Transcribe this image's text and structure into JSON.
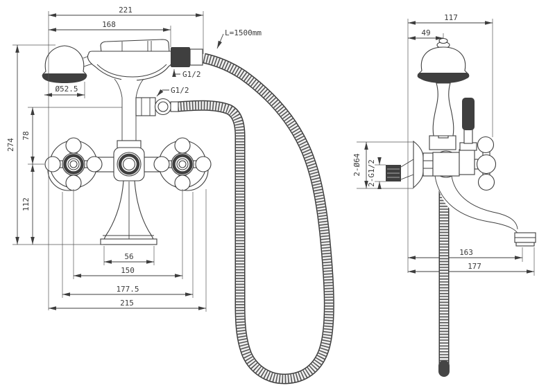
{
  "front_view": {
    "dimensions": {
      "overall_width_top": "221",
      "head_to_cradle_end": "168",
      "handshower_head_diameter": "Ø52.5",
      "hose_length": "L=1500mm",
      "hose_connector_thread": "G1/2",
      "shower_outlet_thread": "G1/2",
      "overall_height": "274",
      "outlet_to_valve_axis": "78",
      "valve_axis_to_spout_mouth": "112",
      "spout_mouth_width": "56",
      "valve_centres": "150",
      "union_centres": "177.5",
      "overall_body_width": "215"
    }
  },
  "side_view": {
    "dimensions": {
      "overall_depth": "117",
      "wall_to_head_axis": "49",
      "escutcheon_diameter": "2-Ø64",
      "inlet_thread": "2-G1/2",
      "wall_to_spout_outlet": "163",
      "wall_to_spout_tip": "177"
    }
  }
}
